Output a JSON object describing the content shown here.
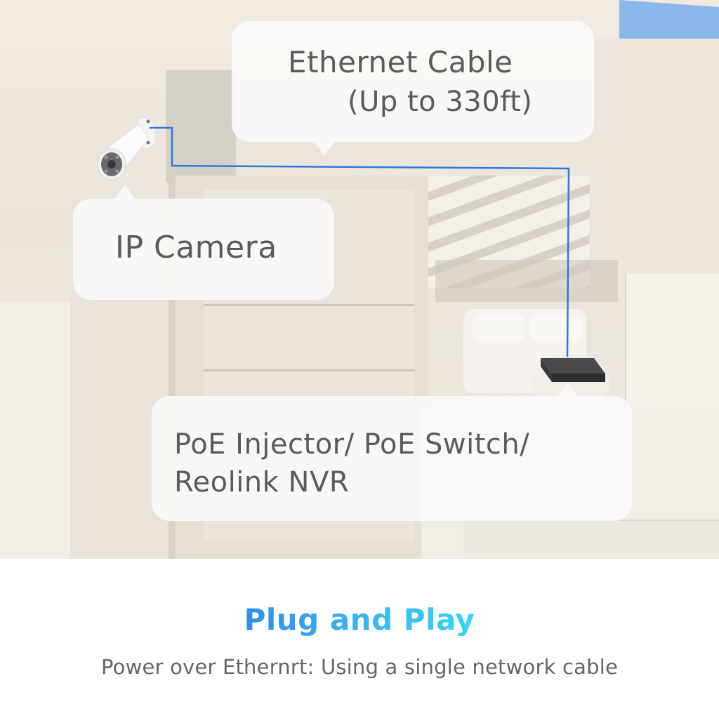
{
  "labels": {
    "cable_title": "Ethernet Cable",
    "cable_range": "(Up to 330ft)",
    "camera": "IP Camera",
    "poe_line1": "PoE Injector/ PoE Switch/",
    "poe_line2": "Reolink NVR"
  },
  "footer": {
    "title": "Plug and Play",
    "subtitle": "Power over Ethernrt: Using a single network cable"
  },
  "colors": {
    "cable": "#2a7be0",
    "title_gradient_start": "#2f8ee8",
    "title_gradient_end": "#33d6f6",
    "label_text": "#5b5b5b",
    "subtitle_text": "#666666",
    "sky": "#8ab8ea",
    "device": "#3d3d3f"
  },
  "icons": [
    "ip-camera-icon",
    "poe-switch-device-icon",
    "ethernet-cable-line"
  ]
}
